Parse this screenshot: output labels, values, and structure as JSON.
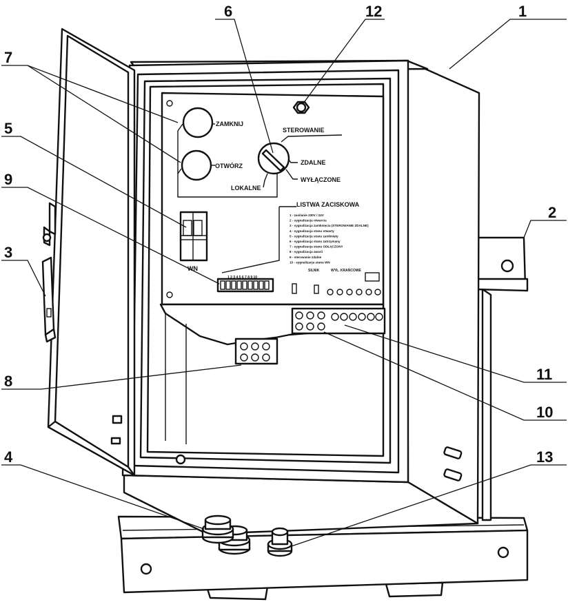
{
  "callouts": [
    "1",
    "2",
    "3",
    "4",
    "5",
    "6",
    "7",
    "8",
    "9",
    "10",
    "11",
    "12",
    "13"
  ],
  "panel": {
    "buttons": {
      "close": "ZAMKNIJ",
      "open": "OTWÓRZ"
    },
    "selector": {
      "title": "STEROWANIE",
      "remote": "ZDALNE",
      "off": "WYŁĄCZONE",
      "local": "LOKALNE"
    },
    "breaker_label": "WN",
    "terminal_strip": {
      "title": "LISTWA ZACISKOWA",
      "lines": [
        "1 - zasilanie 230V / 24V",
        "2 - sygnalizacja otwarcia",
        "3 - sygnalizacja zamknięcia (STEROWANIE ZDALNE)",
        "4 - sygnalizacja stanu otwarty",
        "5 - sygnalizacja stanu zamknięty",
        "6 - sygnalizacja stanu zatrzymany",
        "7 - sygnalizacja stanu ODŁĄCZONY",
        "8 - sygnalizacja awarii",
        "9 - sterowanie zdalne",
        "10 - sygnalizacja stanu WN"
      ],
      "numbers": "1 2 3 4 5 6 7 8 9 10"
    },
    "lower_labels": {
      "motor": "SILNIK",
      "limit": "WYŁ. KRAŃCOWE"
    }
  }
}
